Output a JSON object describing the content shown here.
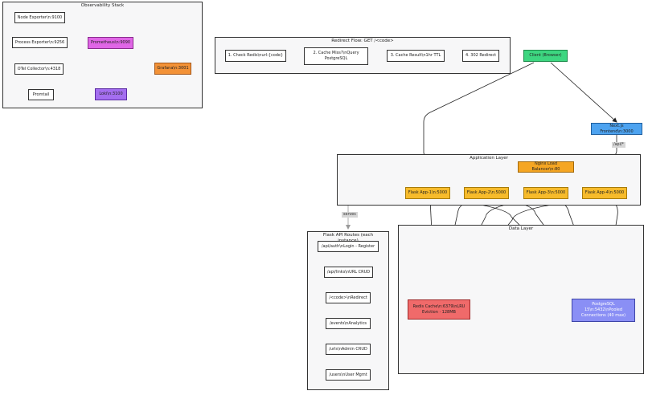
{
  "clusters": {
    "observability": "Observability Stack",
    "redirect": "Redirect Flow: GET /<code>",
    "application": "Application Layer",
    "routes": "Flask API Routes (each\ninstance)",
    "data": "Data Layer"
  },
  "nodes": {
    "node_exporter": "Node Exporter\\n:9100",
    "process_exporter": "Process Exporter\\n:9256",
    "otel_collector": "OTel Collector\\n:4318",
    "promtail": "Promtail",
    "prometheus": "Prometheus\\n:9090",
    "grafana": "Grafana\\n:3001",
    "loki": "Loki\\n:3100",
    "step1": "1. Check Redis\\nurl:{code}",
    "step2": "2. Cache Miss?\\nQuery\nPostgreSQL",
    "step3": "3. Cache Result\\n1hr TTL",
    "step4": "4. 302 Redirect",
    "client": "Client (Browser)",
    "nextjs": "Next.js Frontend\\n:3000",
    "nginx": "Nginx Load Balancer\\n:80",
    "flask1": "Flask App-1\\n:5000",
    "flask2": "Flask App-2\\n:5000",
    "flask3": "Flask App-3\\n:5000",
    "flask4": "Flask App-4\\n:5000",
    "route_auth": "/api/auth\\nLogin - Register",
    "route_links": "/api/links\\nURL CRUD",
    "route_code": "/<code>\\nRedirect",
    "route_events": "/events\\nAnalytics",
    "route_urls": "/urls\\nAdmin CRUD",
    "route_users": "/users\\nUser Mgmt",
    "redis": "Redis Cache\\n:6379\\nLRU\nEviction · 128MB",
    "postgres": "PostgreSQL\n15\\n:5432\\nPooled\nConnections (40 max)"
  },
  "edge_labels": {
    "api": "/api/*",
    "serves": "serves"
  }
}
